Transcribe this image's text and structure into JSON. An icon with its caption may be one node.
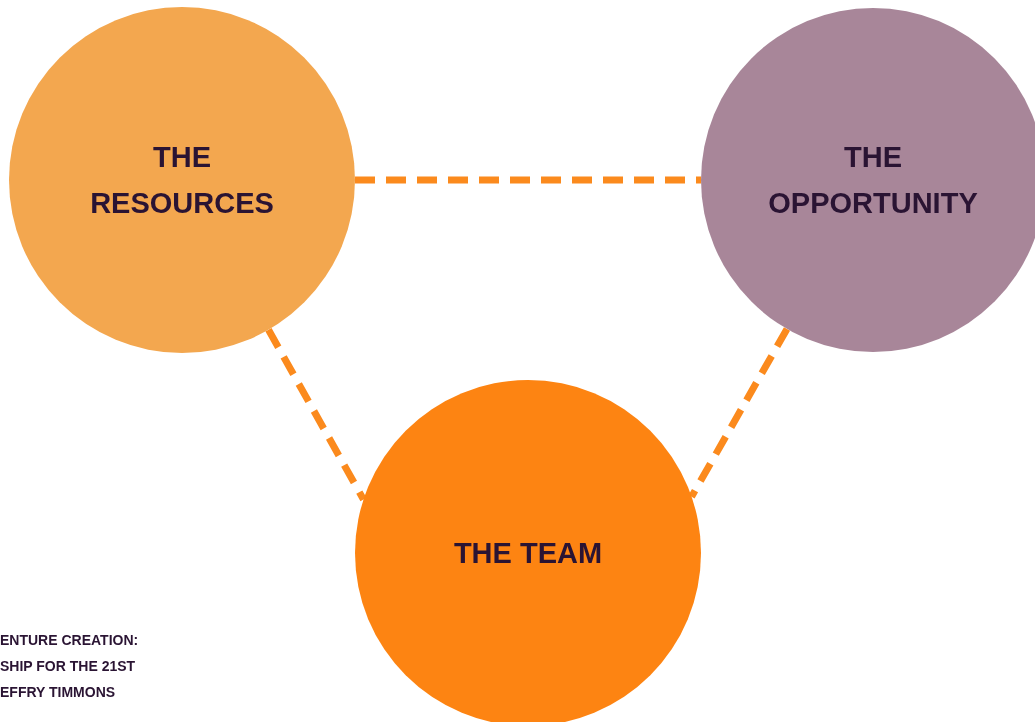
{
  "diagram": {
    "nodes": [
      {
        "text": [
          "THE RESOURCES"
        ]
      },
      {
        "text": [
          "THE OPPORTUNITY"
        ]
      },
      {
        "text": [
          "THE TEAM"
        ]
      }
    ],
    "edges": [
      {
        "from": 0,
        "to": 1,
        "arrow": "none",
        "style": "dashed"
      },
      {
        "from": 0,
        "to": 2,
        "arrow": "none",
        "style": "dashed"
      },
      {
        "from": 1,
        "to": 2,
        "arrow": "none",
        "style": "dashed"
      }
    ],
    "labels": [
      "ENTURE CREATION:",
      "SHIP FOR THE 21ST",
      "EFFRY TIMMONS"
    ]
  }
}
